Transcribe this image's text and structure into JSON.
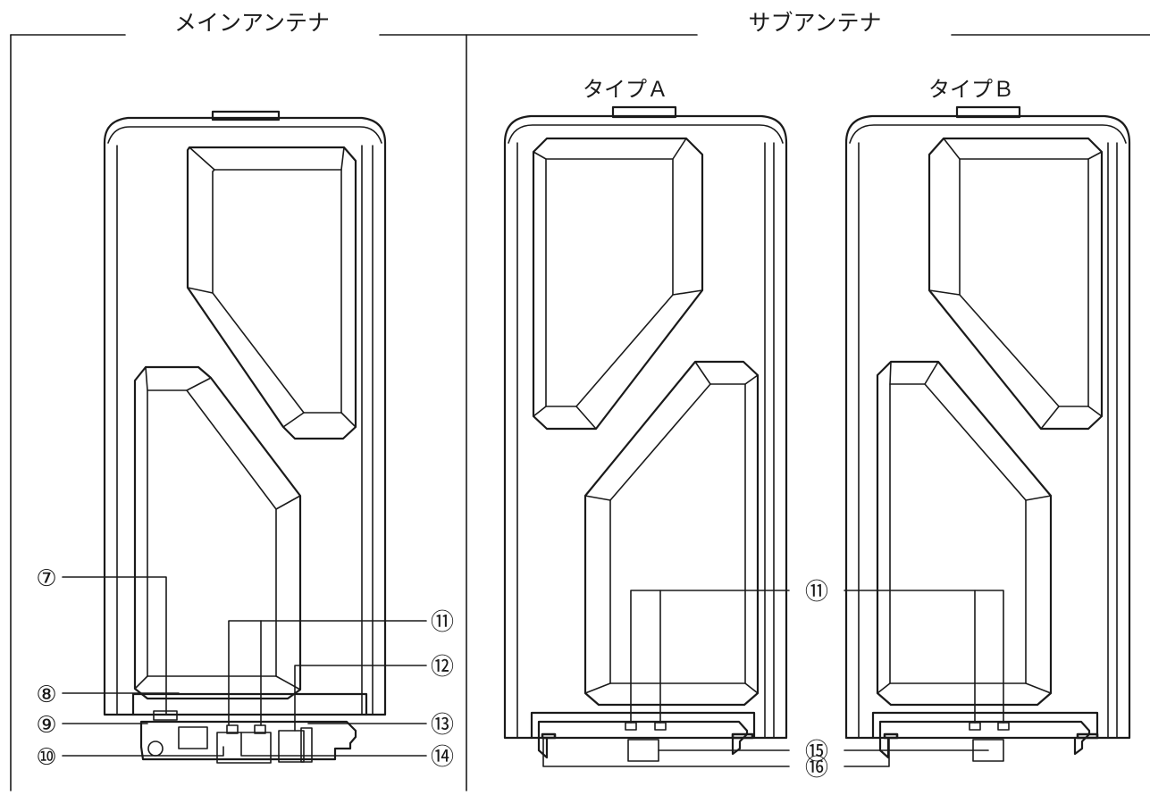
{
  "headings": {
    "main": "メインアンテナ",
    "sub": "サブアンテナ"
  },
  "types": {
    "a": "タイプＡ",
    "b": "タイプＢ"
  },
  "callouts": {
    "c7": "⑦",
    "c8": "⑧",
    "c9": "⑨",
    "c10": "⑩",
    "c11": "⑪",
    "c12": "⑫",
    "c13": "⑬",
    "c14": "⑭",
    "c15": "⑮",
    "c16": "⑯"
  }
}
